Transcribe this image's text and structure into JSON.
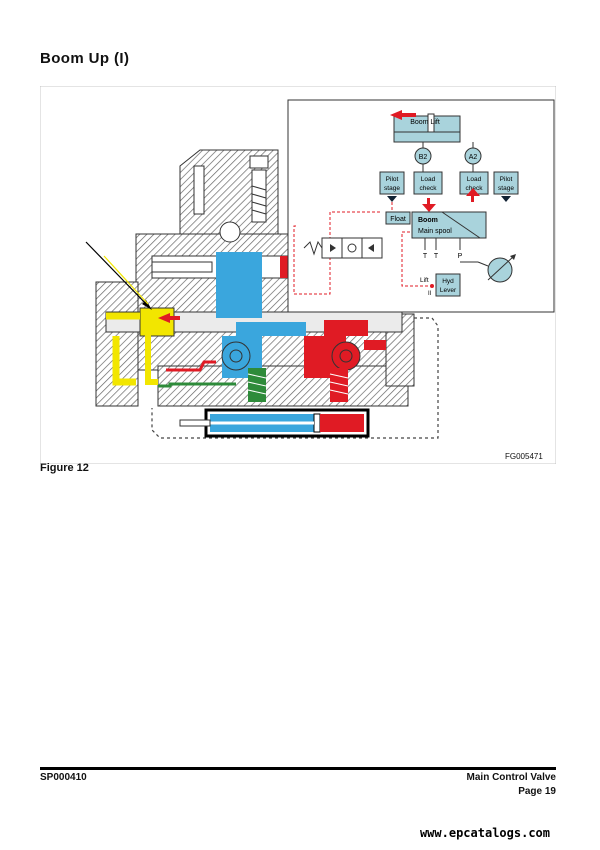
{
  "page": {
    "title": "Boom Up (I)",
    "figure_caption": "Figure 12",
    "figure_code": "FG005471",
    "doc_code": "SP000410",
    "section": "Main Control Valve",
    "page_label": "Page 19",
    "watermark": "www.epcatalogs.com"
  },
  "schematic": {
    "boom_lift": "Boom Lift",
    "b2": "B2",
    "a2": "A2",
    "pilot_stage": [
      "Pilot",
      "stage"
    ],
    "load_check": [
      "Load",
      "check"
    ],
    "float": "Float",
    "boom": "Boom",
    "main_spool": "Main spool",
    "t1": "T",
    "t2": "T",
    "p": "P",
    "lift": "Lift",
    "hyd_lever": [
      "Hyd",
      "Lever"
    ],
    "roman_two": "II"
  },
  "colors": {
    "pressure": "#e01b24",
    "return": "#3aa6dd",
    "pilot": "#f2e600",
    "green": "#2e8b3a",
    "schematic_fill": "#a9d3dc"
  }
}
